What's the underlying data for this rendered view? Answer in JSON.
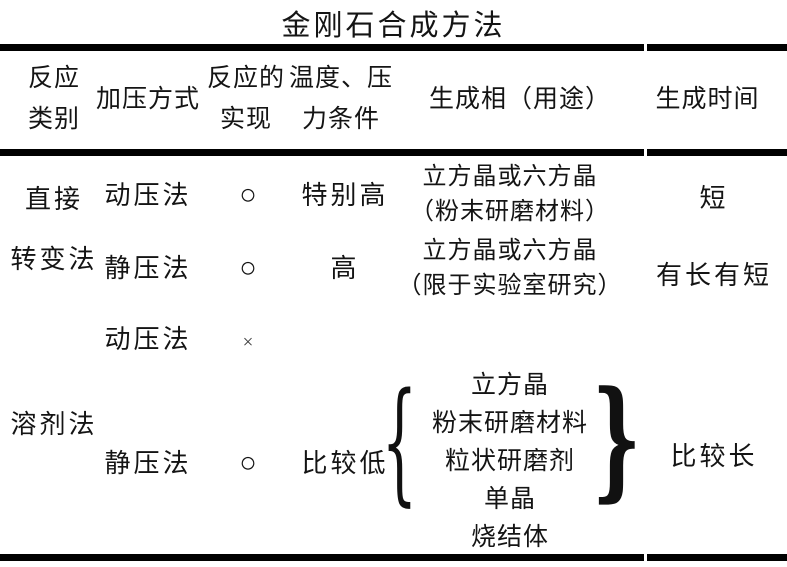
{
  "title": "金刚石合成方法",
  "header": {
    "reaction_type": "反应\n类别",
    "pressure_method": "加压方式",
    "realization": "反应的\n实现",
    "conditions": "温度、压\n力条件",
    "phase": "生成相（用途）",
    "time": "生成时间"
  },
  "groups": {
    "direct": "直接\n转变法",
    "solvent": "溶剂法"
  },
  "rows": [
    {
      "method": "动压法",
      "realized": "○",
      "condition": "特别高",
      "phase": "立方晶或六方晶\n（粉末研磨材料）",
      "time": "短"
    },
    {
      "method": "静压法",
      "realized": "○",
      "condition": "高",
      "phase": "立方晶或六方晶\n（限于实验室研究）",
      "time": "有长有短"
    },
    {
      "method": "动压法",
      "realized": "×"
    },
    {
      "method": "静压法",
      "realized": "○",
      "condition": "比较低",
      "time": "比较长"
    }
  ],
  "solvent_phase_items": [
    "立方晶",
    "粉末研磨材料",
    "粒状研磨剂",
    "单晶",
    "烧结体"
  ],
  "symbols": {
    "left_brace": "{",
    "right_brace": "}"
  },
  "colors": {
    "text": "#141414",
    "rule": "#000000",
    "background": "#ffffff"
  }
}
